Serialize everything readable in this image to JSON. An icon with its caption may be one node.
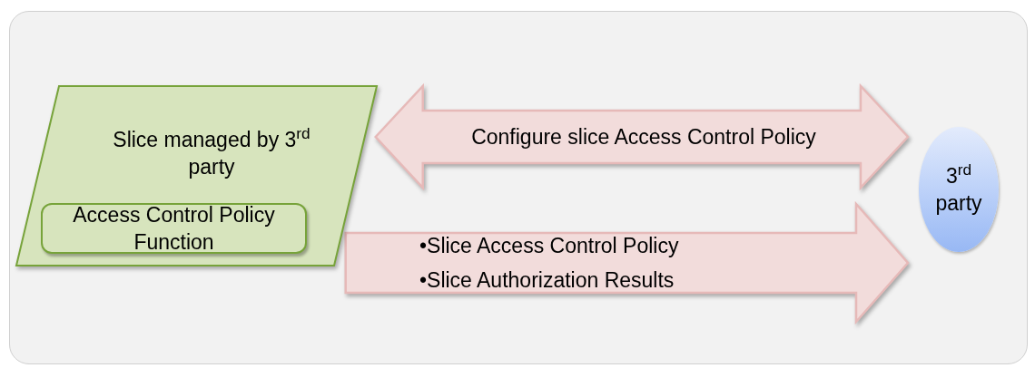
{
  "diagram": {
    "nodes": [
      {
        "text": [
          "Slice managed by 3$^{rd}$ party"
        ]
      },
      {
        "text": [
          "Access Control Policy Function"
        ],
        "in": 0
      },
      {
        "text": [
          "3$^{rd}$ party"
        ]
      }
    ],
    "edges": [
      {
        "from": 0,
        "to": 2,
        "arrow": "both",
        "label": "Configure slice Access Control Policy"
      },
      {
        "from": 0,
        "to": 2,
        "arrow": "to",
        "label": "•Slice Access Control Policy •Slice Authorization Results"
      }
    ]
  }
}
